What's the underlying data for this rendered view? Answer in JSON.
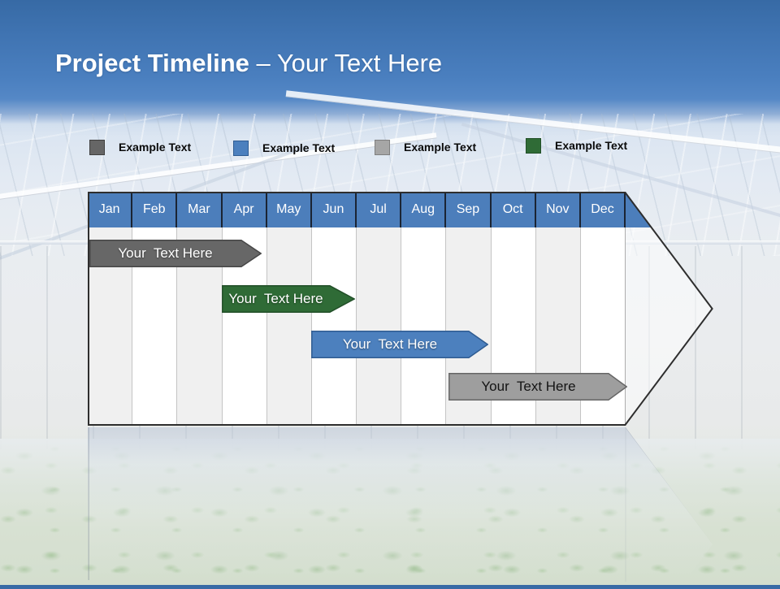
{
  "title": {
    "bold": "Project Timeline",
    "rest": " – Your Text Here"
  },
  "legend": {
    "items": [
      {
        "label": "Example Text",
        "color": "#666666",
        "border_color": "#404040"
      },
      {
        "label": "Example Text",
        "color": "#4C80BE",
        "border_color": "#2F5C92"
      },
      {
        "label": "Example Text",
        "color": "#A6A6A6",
        "border_color": "#7F7F7F"
      },
      {
        "label": "Example Text",
        "color": "#2F6B36",
        "border_color": "#224F28"
      }
    ]
  },
  "timeline": {
    "months": [
      "Jan",
      "Feb",
      "Mar",
      "Apr",
      "May",
      "Jun",
      "Jul",
      "Aug",
      "Sep",
      "Oct",
      "Nov",
      "Dec"
    ],
    "header_color": "#4C7EBB",
    "stripe_color": "#F0F0F0",
    "bars": [
      {
        "label": "Your  Text Here",
        "color": "#676767",
        "border_color": "#474747",
        "text_color": "#FFFFFF",
        "span": "Jan–Apr"
      },
      {
        "label": "Your  Text Here",
        "color": "#2F6B36",
        "border_color": "#224F28",
        "text_color": "#FFFFFF",
        "span": "Apr–Jun"
      },
      {
        "label": "Your  Text Here",
        "color": "#4C80BE",
        "border_color": "#2F5C92",
        "text_color": "#FFFFFF",
        "span": "Jun–Sep"
      },
      {
        "label": "Your  Text Here",
        "color": "#9E9E9E",
        "border_color": "#666666",
        "text_color": "#141414",
        "span": "Sep–Dec"
      }
    ]
  }
}
